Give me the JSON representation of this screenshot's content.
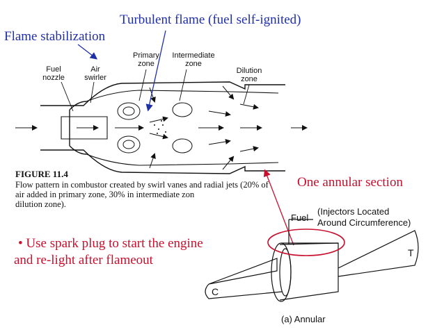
{
  "annotations": {
    "turbulent_flame": "Turbulent flame (fuel self-ignited)",
    "flame_stabilization": "Flame stabilization",
    "one_annular_section": "One annular section",
    "bullet_line1": "• Use spark plug to start the engine",
    "bullet_line2": "and re-light after flameout"
  },
  "combustor_labels": {
    "fuel_nozzle": [
      "Fuel",
      "nozzle"
    ],
    "air_swirler": [
      "Air",
      "swirler"
    ],
    "primary_zone": [
      "Primary",
      "zone"
    ],
    "intermediate_zone": [
      "Intermediate",
      "zone"
    ],
    "dilution_zone": [
      "Dilution",
      "zone"
    ]
  },
  "figure_caption": {
    "number": "FIGURE 11.4",
    "line1": "Flow pattern in combustor created by swirl vanes and radial jets (20% of",
    "line2": "air added in primary zone, 30% in intermediate zon",
    "line3": "dilution zone)."
  },
  "annular_diagram": {
    "fuel": "Fuel",
    "injectors_line1": "(Injectors Located",
    "injectors_line2": "Around Circumference)",
    "label_t": "T",
    "label_c": "C",
    "caption": "(a) Annular"
  },
  "colors": {
    "annotation_blue": "#1f2fa8",
    "annotation_red": "#c8102e"
  }
}
